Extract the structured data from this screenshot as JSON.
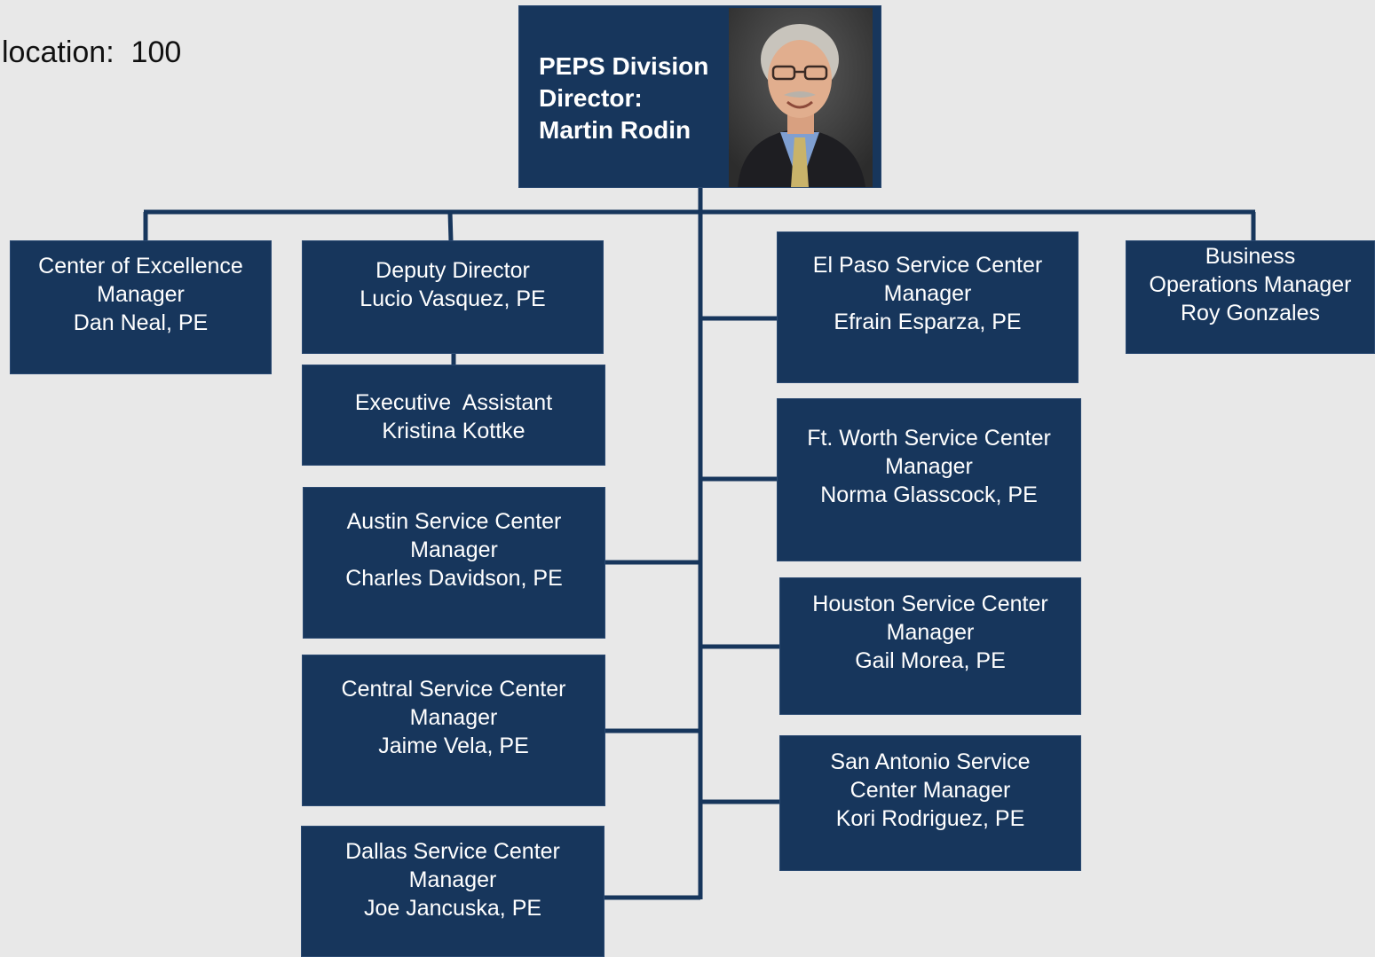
{
  "location": {
    "text": "location:  100"
  },
  "director": {
    "line1": "PEPS Division",
    "line2": "Director:",
    "line3": "Martin Rodin"
  },
  "boxes": {
    "coe": {
      "line1": "Center of Excellence",
      "line2": "Manager",
      "line3": "Dan Neal, PE"
    },
    "deputy": {
      "line1": "Deputy Director",
      "line2": "Lucio Vasquez, PE"
    },
    "exec": {
      "line1": "Executive  Assistant",
      "line2": "Kristina Kottke"
    },
    "austin": {
      "line1": "Austin Service Center",
      "line2": "Manager",
      "line3": "Charles Davidson, PE"
    },
    "central": {
      "line1": "Central Service Center",
      "line2": "Manager",
      "line3": "Jaime Vela, PE"
    },
    "dallas": {
      "line1": "Dallas Service Center",
      "line2": "Manager",
      "line3": "Joe Jancuska, PE"
    },
    "elpaso": {
      "line1": "El Paso Service Center",
      "line2": "Manager",
      "line3": "Efrain Esparza, PE"
    },
    "ftworth": {
      "line1": "Ft. Worth Service Center",
      "line2": "Manager",
      "line3": "Norma Glasscock, PE"
    },
    "houston": {
      "line1": "Houston Service Center",
      "line2": "Manager",
      "line3": "Gail Morea, PE"
    },
    "sanantonio": {
      "line1": "San Antonio Service",
      "line2": "Center Manager",
      "line3": "Kori Rodriguez, PE"
    },
    "business": {
      "line1": "Business",
      "line2": "Operations Manager",
      "line3": "Roy Gonzales"
    }
  },
  "colors": {
    "box": "#17365c",
    "connector": "#17365c",
    "background": "#e8e8e8"
  }
}
